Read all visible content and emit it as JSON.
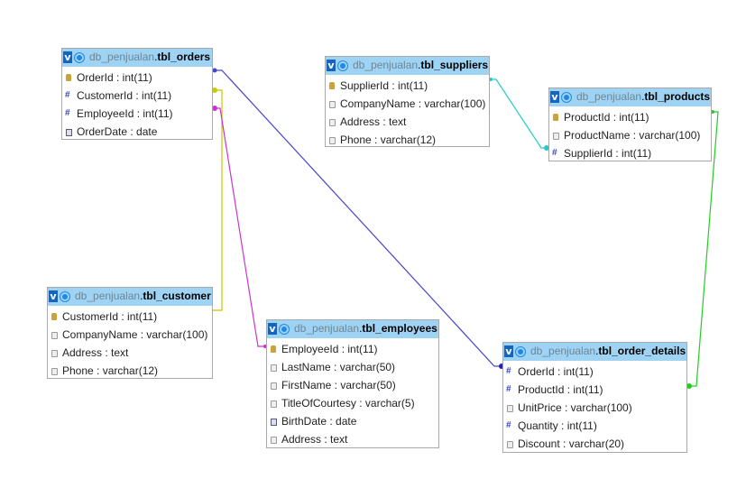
{
  "colors": {
    "header_bg": "#9fd3f3",
    "link_orders_details": "#4444cc",
    "link_orders_customer": "#c8c800",
    "link_orders_employees": "#cc33cc",
    "link_suppliers_products": "#22cccc",
    "link_products_details": "#22cc22"
  },
  "tables": {
    "orders": {
      "db": "db_penjualan",
      "name": "tbl_orders",
      "columns": [
        {
          "text": "OrderId : int(11)",
          "icon": "primary-key-icon"
        },
        {
          "text": "CustomerId : int(11)",
          "icon": "hash-icon"
        },
        {
          "text": "EmployeeId : int(11)",
          "icon": "hash-icon"
        },
        {
          "text": "OrderDate : date",
          "icon": "date-icon"
        }
      ]
    },
    "suppliers": {
      "db": "db_penjualan",
      "name": "tbl_suppliers",
      "columns": [
        {
          "text": "SupplierId : int(11)",
          "icon": "primary-key-icon"
        },
        {
          "text": "CompanyName : varchar(100)",
          "icon": "column-icon"
        },
        {
          "text": "Address : text",
          "icon": "column-icon"
        },
        {
          "text": "Phone : varchar(12)",
          "icon": "column-icon"
        }
      ]
    },
    "products": {
      "db": "db_penjualan",
      "name": "tbl_products",
      "columns": [
        {
          "text": "ProductId : int(11)",
          "icon": "primary-key-icon"
        },
        {
          "text": "ProductName : varchar(100)",
          "icon": "column-icon"
        },
        {
          "text": "SupplierId : int(11)",
          "icon": "hash-icon"
        }
      ]
    },
    "customer": {
      "db": "db_penjualan",
      "name": "tbl_customer",
      "columns": [
        {
          "text": "CustomerId : int(11)",
          "icon": "primary-key-icon"
        },
        {
          "text": "CompanyName : varchar(100)",
          "icon": "column-icon"
        },
        {
          "text": "Address : text",
          "icon": "column-icon"
        },
        {
          "text": "Phone : varchar(12)",
          "icon": "column-icon"
        }
      ]
    },
    "employees": {
      "db": "db_penjualan",
      "name": "tbl_employees",
      "columns": [
        {
          "text": "EmployeeId : int(11)",
          "icon": "primary-key-icon"
        },
        {
          "text": "LastName : varchar(50)",
          "icon": "column-icon"
        },
        {
          "text": "FirstName : varchar(50)",
          "icon": "column-icon"
        },
        {
          "text": "TitleOfCourtesy : varchar(5)",
          "icon": "column-icon"
        },
        {
          "text": "BirthDate : date",
          "icon": "date-icon"
        },
        {
          "text": "Address : text",
          "icon": "column-icon"
        }
      ]
    },
    "order_details": {
      "db": "db_penjualan",
      "name": "tbl_order_details",
      "columns": [
        {
          "text": "OrderId : int(11)",
          "icon": "hash-icon"
        },
        {
          "text": "ProductId : int(11)",
          "icon": "hash-icon"
        },
        {
          "text": "UnitPrice : varchar(100)",
          "icon": "column-icon"
        },
        {
          "text": "Quantity : int(11)",
          "icon": "hash-icon"
        },
        {
          "text": "Discount : varchar(20)",
          "icon": "column-icon"
        }
      ]
    }
  }
}
